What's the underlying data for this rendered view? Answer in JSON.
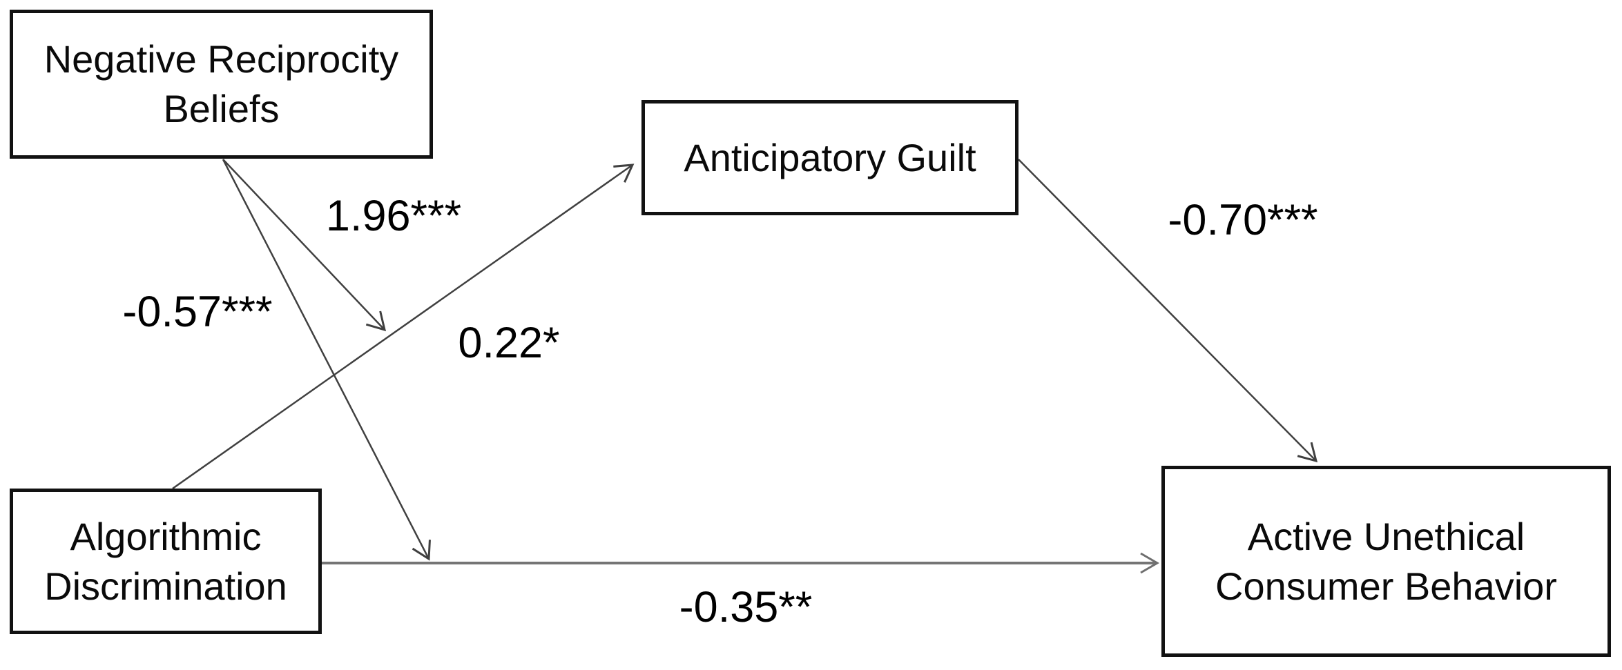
{
  "diagram": {
    "type": "path-model",
    "background_color": "#ffffff",
    "box_border_color": "#121212",
    "arrow_color": "#404040",
    "direct_path_color": "#757575",
    "nodes": [
      {
        "id": "negative-reciprocity-beliefs",
        "label": "Negative Reciprocity\nBeliefs",
        "role": "moderator"
      },
      {
        "id": "anticipatory-guilt",
        "label": "Anticipatory Guilt",
        "role": "mediator"
      },
      {
        "id": "algorithmic-discrimination",
        "label": "Algorithmic\nDiscrimination",
        "role": "independent-variable"
      },
      {
        "id": "active-unethical-consumer-behavior",
        "label": "Active Unethical\nConsumer Behavior",
        "role": "dependent-variable"
      }
    ],
    "edges": [
      {
        "id": "ad-to-ag",
        "from": "Algorithmic Discrimination",
        "to": "Anticipatory Guilt",
        "coefficient": "0.22*"
      },
      {
        "id": "ag-to-aucb",
        "from": "Anticipatory Guilt",
        "to": "Active Unethical Consumer Behavior",
        "coefficient": "-0.70***"
      },
      {
        "id": "ad-to-aucb",
        "from": "Algorithmic Discrimination",
        "to": "Active Unethical Consumer Behavior",
        "coefficient": "-0.35**"
      },
      {
        "id": "nrb-moderates-ad-to-ag",
        "from": "Negative Reciprocity Beliefs",
        "to": "path Algorithmic Discrimination to Anticipatory Guilt",
        "coefficient": "1.96***"
      },
      {
        "id": "nrb-moderates-ad-to-aucb",
        "from": "Negative Reciprocity Beliefs",
        "to": "path Algorithmic Discrimination to Active Unethical Consumer Behavior",
        "coefficient": "-0.57***"
      }
    ]
  }
}
